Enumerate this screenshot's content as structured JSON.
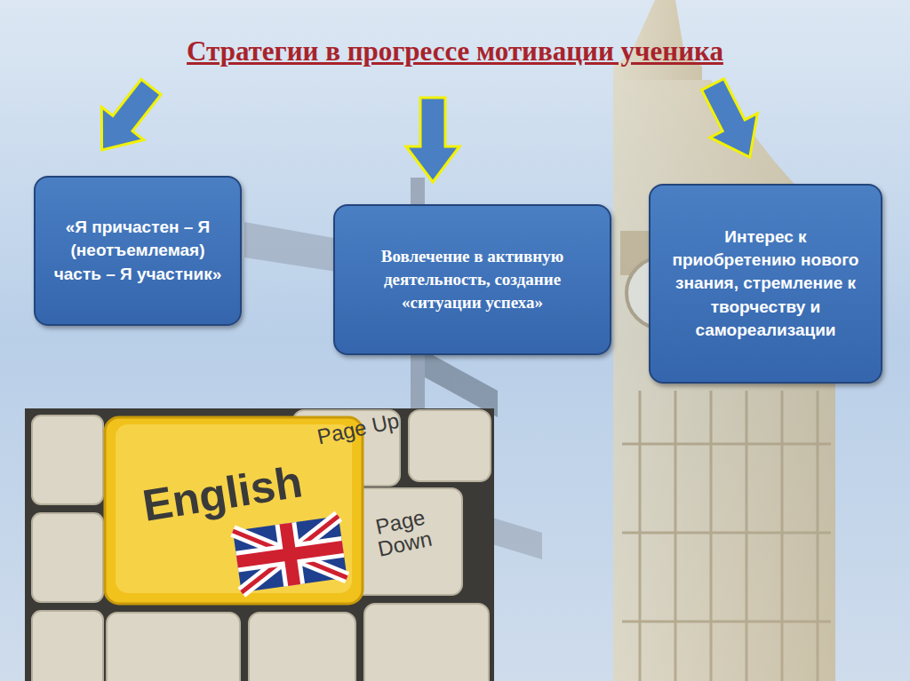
{
  "diagram": {
    "title": "Стратегии в прогрессе мотивации ученика",
    "nodes": [
      {
        "text": [
          "«Я причастен – Я (неотъемлемая) часть – Я участник»"
        ]
      },
      {
        "text": [
          "Вовлечение в активную деятельность, создание «ситуации успеха»"
        ]
      },
      {
        "text": [
          "Интерес к приобретению нового знания, стремление к творчеству и самореализации"
        ]
      }
    ],
    "labels": [
      "English",
      "Page Up",
      "Page Down"
    ]
  }
}
